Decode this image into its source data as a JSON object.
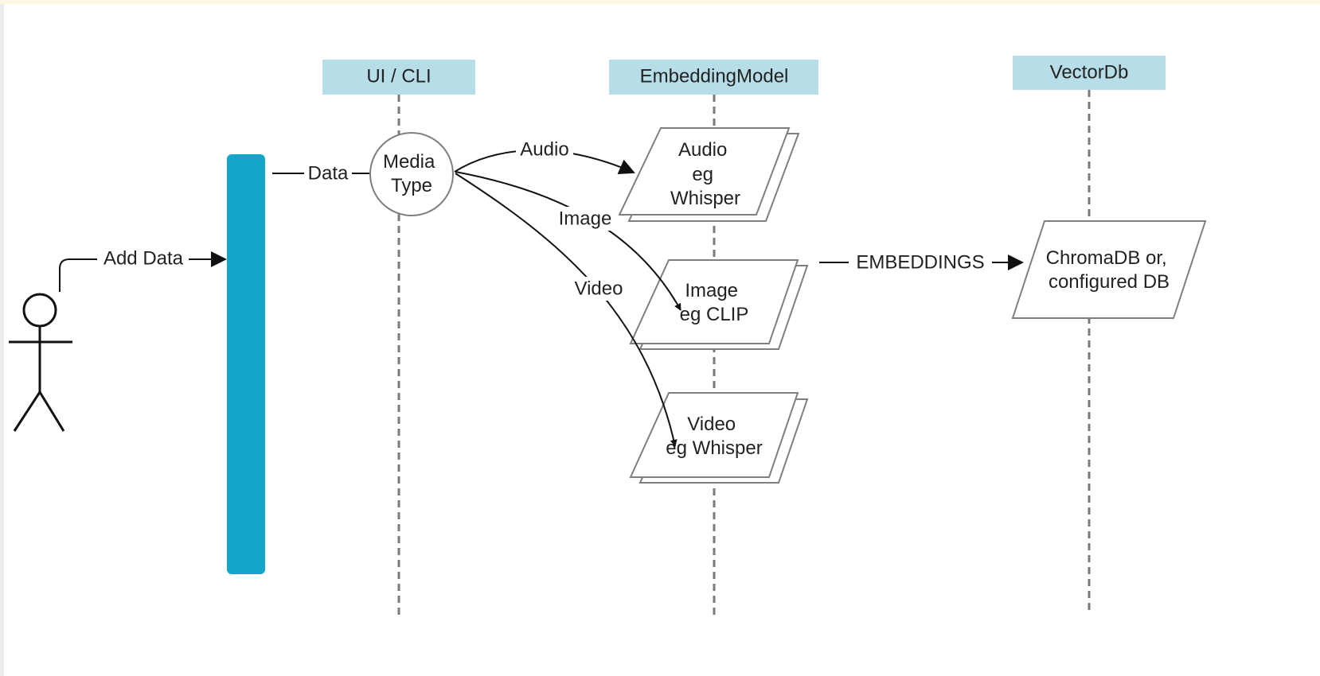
{
  "lanes": {
    "ui_cli": "UI / CLI",
    "embedding_model": "EmbeddingModel",
    "vector_db": "VectorDb"
  },
  "actor": {
    "icon": "stick-figure-icon"
  },
  "edges": {
    "add_data": "Add Data",
    "data": "Data",
    "audio": "Audio",
    "image": "Image",
    "video": "Video",
    "embeddings": "EMBEDDINGS"
  },
  "nodes": {
    "media_type": [
      "Media",
      "Type"
    ],
    "audio_model": [
      "Audio",
      "eg",
      "Whisper"
    ],
    "image_model": [
      "Image",
      "eg CLIP"
    ],
    "video_model": [
      "Video",
      "eg Whisper"
    ],
    "vector_store": [
      "ChromaDB or,",
      "configured DB"
    ]
  },
  "colors": {
    "activation_bar": "#13a6c8",
    "lane_header": "#b7dde8"
  }
}
